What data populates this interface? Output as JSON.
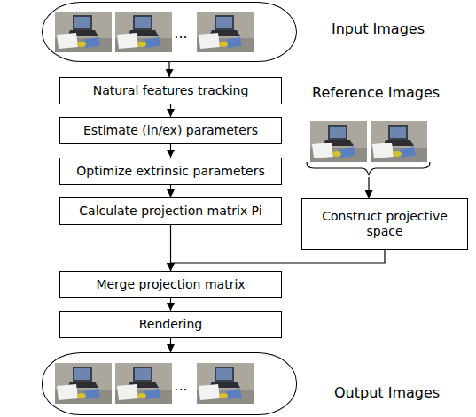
{
  "diagram": {
    "nodes": [
      {
        "text": [
          "Input Images"
        ]
      },
      {
        "text": [
          "Natural features tracking"
        ]
      },
      {
        "text": [
          "Estimate (in/ex) parameters"
        ]
      },
      {
        "text": [
          "Optimize extrinsic parameters"
        ]
      },
      {
        "text": [
          "Calculate projection matrix Pi"
        ]
      },
      {
        "text": [
          "Reference Images"
        ]
      },
      {
        "text": [
          "Construct projective space"
        ]
      },
      {
        "text": [
          "Merge projection matrix"
        ]
      },
      {
        "text": [
          "Rendering"
        ]
      },
      {
        "text": [
          "Output Images"
        ]
      }
    ],
    "edges": [
      {
        "from": 0,
        "to": 1,
        "arrow": "to"
      },
      {
        "from": 1,
        "to": 2,
        "arrow": "to"
      },
      {
        "from": 2,
        "to": 3,
        "arrow": "to"
      },
      {
        "from": 3,
        "to": 4,
        "arrow": "to"
      },
      {
        "from": 4,
        "to": 7,
        "arrow": "to"
      },
      {
        "from": 5,
        "to": 6,
        "arrow": "to"
      },
      {
        "from": 6,
        "to": 7,
        "arrow": "to"
      },
      {
        "from": 7,
        "to": 8,
        "arrow": "to"
      },
      {
        "from": 8,
        "to": 9,
        "arrow": "to"
      }
    ],
    "labels": [
      "...",
      "..."
    ]
  }
}
